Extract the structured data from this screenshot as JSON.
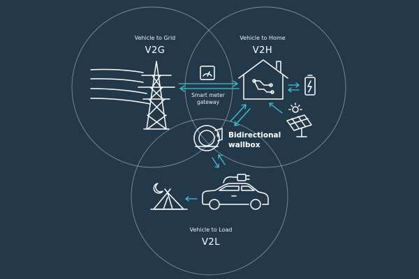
{
  "diagram": {
    "v2g": {
      "subtitle": "Vehicle to Grid",
      "title": "V2G"
    },
    "v2h": {
      "subtitle": "Vehicle to Home",
      "title": "V2H"
    },
    "v2l": {
      "subtitle": "Vehicle to Load",
      "title": "V2L"
    },
    "smart_meter": {
      "line1": "Smart meter",
      "line2": "gateway"
    },
    "wallbox": {
      "line1": "Bidirectional",
      "line2": "wallbox"
    }
  },
  "colors": {
    "background": "#23394a",
    "accent": "#3fc3d6",
    "circle": "#9fb5c4",
    "icon": "#ffffff"
  },
  "icons": [
    "transmission-tower-icon",
    "smart-meter-icon",
    "smart-home-icon",
    "battery-icon",
    "solar-panel-icon",
    "wallbox-icon",
    "ev-plug-icon",
    "car-icon",
    "tent-icon",
    "moon-icon"
  ]
}
